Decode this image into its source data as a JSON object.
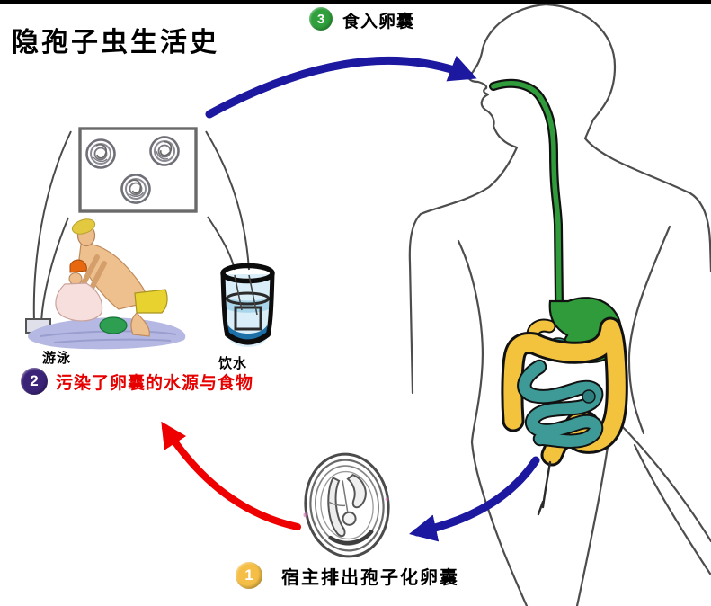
{
  "title": "隐孢子虫生活史",
  "steps": [
    {
      "number": "1",
      "label": "宿主排出孢子化卵囊"
    },
    {
      "number": "2",
      "label": "污染了卵囊的水源与食物"
    },
    {
      "number": "3",
      "label": "食入卵囊"
    }
  ],
  "scene_labels": {
    "swimming": "游泳",
    "drinking_water": "饮水"
  },
  "icons": [
    "human-body-digestive-tract-icon",
    "oocyst-box-icon",
    "swimming-scene-icon",
    "water-glass-icon",
    "large-oocyst-icon",
    "blue-ingestion-arrow-icon",
    "blue-excretion-arrow-icon",
    "red-contamination-arrow-icon"
  ],
  "colors": {
    "arrow_blue": "#1c18a0",
    "arrow_red": "#ee0000",
    "step1_badge": "#f5bf47",
    "step2_badge": "#3b2478",
    "step2_text": "#e60000",
    "step3_badge": "#2fa03c",
    "stomach_green": "#2f9b3a",
    "colon_yellow": "#f4c33e",
    "small_intestine_teal": "#3e9a96",
    "pool_water": "#b5b8e2"
  }
}
